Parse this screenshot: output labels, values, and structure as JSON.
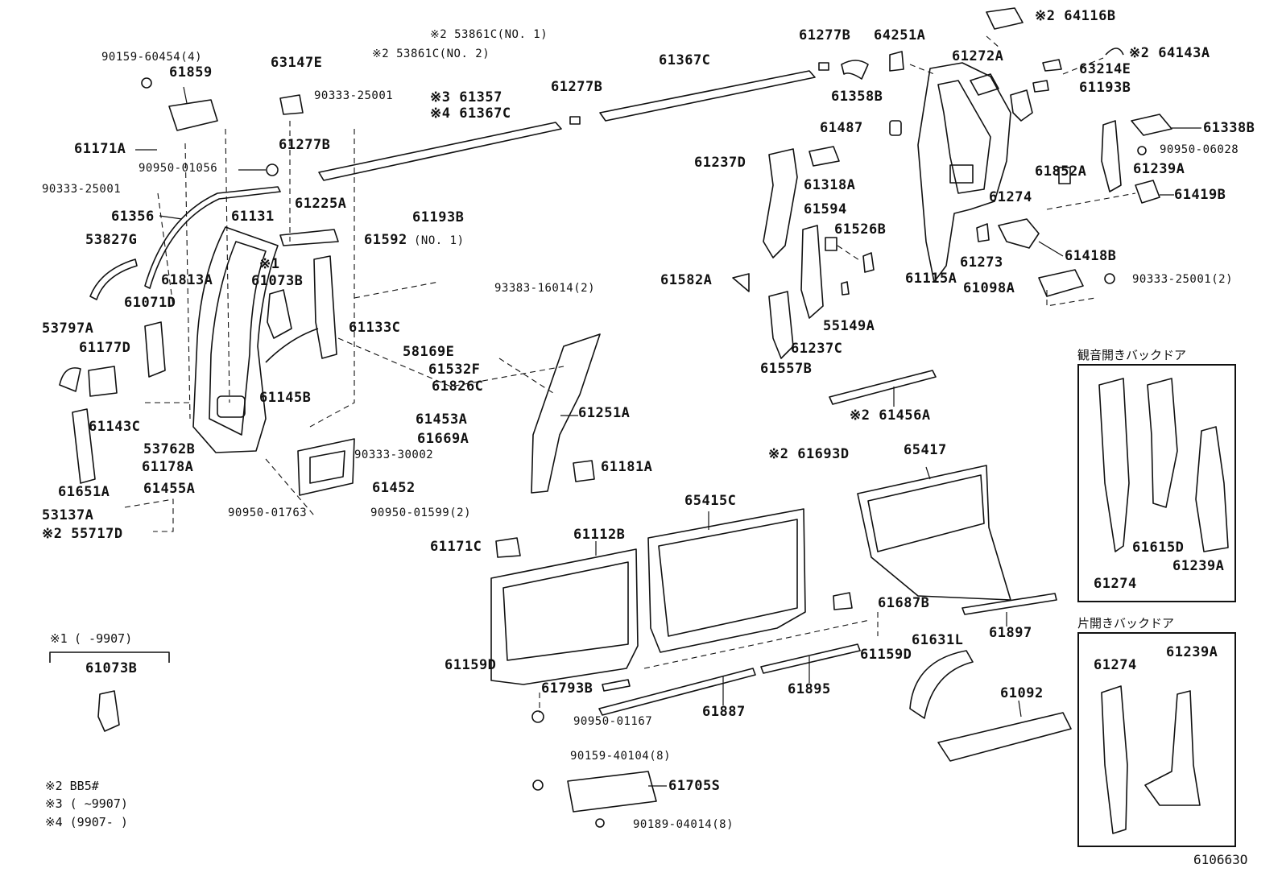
{
  "parts": {
    "p1": "90159-60454(4)",
    "p2": "61859",
    "p3": "63147E",
    "p4": "90333-25001",
    "p5": "※2 53861C(NO. 1)",
    "p6": "※2 53861C(NO. 2)",
    "p7": "※3 61357",
    "p8": "※4 61367C",
    "p9": "61277B",
    "p10": "61367C",
    "p11": "61277B",
    "p12": "64251A",
    "p13": "61358B",
    "p14": "61272A",
    "p15": "※2 64116B",
    "p16": "※2 64143A",
    "p17": "63214E",
    "p18": "61193B",
    "p19": "61171A",
    "p20": "90950-01056",
    "p21": "61277B",
    "p22": "90333-25001",
    "p23": "61356",
    "p24": "61131",
    "p25": "61225A",
    "p26": "61193B",
    "p27": "53827G",
    "p28": "61592",
    "p29": "(NO. 1)",
    "p30": "※1",
    "p31": "61073B",
    "p32": "61813A",
    "p33": "93383-16014(2)",
    "p34": "61071D",
    "p35": "53797A",
    "p36": "61177D",
    "p37": "61133C",
    "p38": "58169E",
    "p39": "61532F",
    "p40": "61826C",
    "p41": "61145B",
    "p42": "61143C",
    "p43": "61453A",
    "p44": "61669A",
    "p45": "53762B",
    "p46": "61178A",
    "p47": "90333-30002",
    "p48": "61455A",
    "p49": "61452",
    "p50": "61651A",
    "p51": "90950-01763",
    "p52": "53137A",
    "p53": "90950-01599(2)",
    "p54": "※2 55717D",
    "p55": "61487",
    "p56": "61237D",
    "p57": "61318A",
    "p58": "61594",
    "p59": "61526B",
    "p60": "61582A",
    "p61": "55149A",
    "p62": "61237C",
    "p63": "61557B",
    "p64": "61115A",
    "p65": "61273",
    "p66": "61274",
    "p67": "61338B",
    "p68": "90950-06028",
    "p69": "61852A",
    "p70": "61239A",
    "p71": "61419B",
    "p72": "61418B",
    "p73": "61098A",
    "p74": "90333-25001(2)",
    "p75": "※2 61456A",
    "p76": "61251A",
    "p77": "61181A",
    "p78": "※2 61693D",
    "p79": "65417",
    "p80": "65415C",
    "p81": "61112B",
    "p82": "61171C",
    "p83": "61687B",
    "p84": "61897",
    "p85": "61159D",
    "p86": "61159D",
    "p87": "61631L",
    "p88": "61793B",
    "p89": "61887",
    "p90": "61895",
    "p91": "61092",
    "p92": "90950-01167",
    "p93": "90159-40104(8)",
    "p94": "61705S",
    "p95": "90189-04014(8)",
    "b1a": "61274",
    "b1b": "61615D",
    "b1c": "61239A",
    "b2a": "61274",
    "b2b": "61239A"
  },
  "boxes": {
    "side_hinged_title": "観音開きバックドア",
    "single_hinged_title": "片開きバックドア"
  },
  "footnotes": {
    "n1_mark": "※1",
    "n1_range": "(     -9907)",
    "n1_part": "61073B",
    "n2": "※2  BB5#",
    "n3": "※3  (     ~9907)",
    "n4": "※4  (9907-     )"
  },
  "catalog_number": "610663O"
}
